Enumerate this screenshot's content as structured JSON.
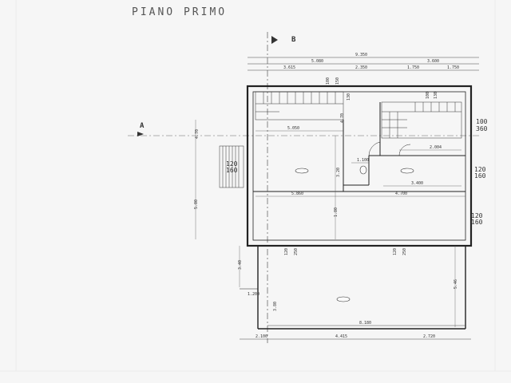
{
  "title": "PIANO PRIMO",
  "sections": {
    "b": "B",
    "a": "A"
  },
  "dimensions": {
    "top_total": "9.350",
    "top_left": "5.080",
    "top_right": "3.600",
    "top_seg1": "3.615",
    "top_seg2": "2.350",
    "top_seg3": "1.750",
    "top_seg4": "1.750",
    "interior_width": "5.050",
    "corridor": "2.004",
    "bath_width": "1.100",
    "hall_width": "3.400",
    "room_width_left": "5.860",
    "room_width_right": "4.700",
    "bottom_total": "8.180",
    "bottom_left": "2.100",
    "bottom_mid": "4.415",
    "bottom_right": "2.720",
    "left_offset": "1.200",
    "height_upper": "4.70",
    "height_lower": "5.00",
    "height_terrace": "3.40",
    "height_right": "5.46",
    "stair_height": "4.70",
    "vertical_mid": "1.80",
    "vertical_small": "3.20",
    "terrace_small": "3.80"
  },
  "openings": {
    "w_top_1": "100",
    "w_top_2": "150",
    "w_top_3": "130",
    "w_top_r1": "100",
    "w_top_r2": "130",
    "right_top": [
      "100",
      "360"
    ],
    "right_mid": [
      "120",
      "160"
    ],
    "right_low": [
      "120",
      "160"
    ],
    "left_mid": [
      "120",
      "160"
    ],
    "bottom_l1": "120",
    "bottom_l2": "250",
    "bottom_r1": "120",
    "bottom_r2": "250"
  }
}
